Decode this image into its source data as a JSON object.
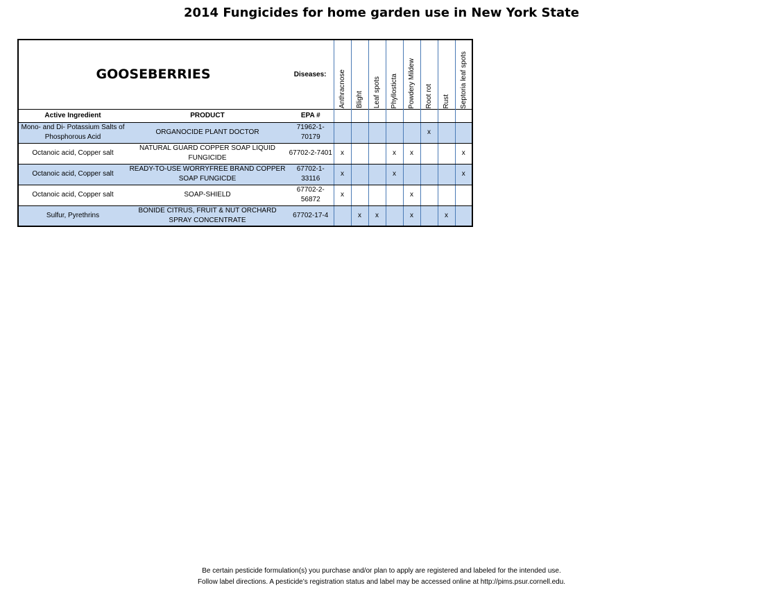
{
  "title": "2014 Fungicides for home garden use in New York State",
  "crop": "GOOSEBERRIES",
  "diseases_label": "Diseases:",
  "diseases": [
    "Anthracnose",
    "Blight",
    "Leaf spots",
    "Phyllosticta",
    "Powdery Mildew",
    "Root rot",
    "Rust",
    "Septoria leaf spots"
  ],
  "columns": {
    "ingredient": "Active Ingredient",
    "product": "PRODUCT",
    "epa": "EPA #"
  },
  "rows": [
    {
      "ingredient": "Mono- and Di- Potassium Salts of Phosphorous Acid",
      "product": "ORGANOCIDE PLANT DOCTOR",
      "epa": "71962-1-70179",
      "marks": [
        "",
        "",
        "",
        "",
        "",
        "x",
        "",
        ""
      ],
      "shaded": true
    },
    {
      "ingredient": "Octanoic acid, Copper salt",
      "product": "NATURAL GUARD COPPER SOAP LIQUID FUNGICIDE",
      "epa": "67702-2-7401",
      "marks": [
        "x",
        "",
        "",
        "x",
        "x",
        "",
        "",
        "x"
      ],
      "shaded": false
    },
    {
      "ingredient": "Octanoic acid, Copper salt",
      "product": "READY-TO-USE WORRYFREE BRAND COPPER SOAP FUNGICDE",
      "epa": "67702-1-33116",
      "marks": [
        "x",
        "",
        "",
        "x",
        "",
        "",
        "",
        "x"
      ],
      "shaded": true
    },
    {
      "ingredient": "Octanoic acid, Copper salt",
      "product": "SOAP-SHIELD",
      "epa": "67702-2-56872",
      "marks": [
        "x",
        "",
        "",
        "",
        "x",
        "",
        "",
        ""
      ],
      "shaded": false
    },
    {
      "ingredient": "Sulfur, Pyrethrins",
      "product": "BONIDE CITRUS, FRUIT & NUT ORCHARD SPRAY CONCENTRATE",
      "epa": "67702-17-4",
      "marks": [
        "",
        "x",
        "x",
        "",
        "x",
        "",
        "x",
        ""
      ],
      "shaded": true
    }
  ],
  "footer": {
    "line1": "Be certain pesticide formulation(s) you purchase and/or plan to apply are registered and labeled for the intended use.",
    "line2": "Follow label directions. A pesticide’s registration status and label may be accessed online at http://pims.psur.cornell.edu."
  }
}
